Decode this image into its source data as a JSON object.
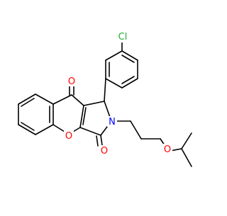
{
  "molecule": {
    "atoms": {
      "chlorine": "Cl",
      "carbonyl_oxygen_top": "O",
      "ring_oxygen": "O",
      "carbonyl_oxygen_bottom": "O",
      "nitrogen": "N",
      "ether_oxygen": "O"
    },
    "colors": {
      "chlorine": "#1fae3a",
      "oxygen": "#ff0000",
      "nitrogen": "#0000ff",
      "bond": "#000000"
    }
  }
}
